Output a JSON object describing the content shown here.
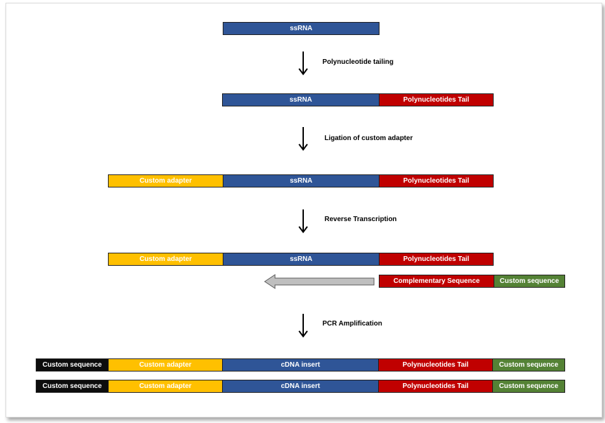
{
  "labels": {
    "ssrna": "ssRNA",
    "tail": "Polynucleotides Tail",
    "adapter": "Custom adapter",
    "complementary": "Complementary Sequence",
    "custom_sequence": "Custom sequence",
    "cdna": "cDNA insert"
  },
  "steps": {
    "tailing": "Polynucleotide tailing",
    "ligation": "Ligation of custom adapter",
    "rt": "Reverse Transcription",
    "pcr": "PCR Amplification"
  },
  "colors": {
    "ssrna": "#2f5597",
    "tail": "#c00000",
    "adapter": "#ffc000",
    "custom_sequence": "#548235",
    "primer": "#0d0d0d",
    "rt_arrow": "#bfbfbf"
  }
}
